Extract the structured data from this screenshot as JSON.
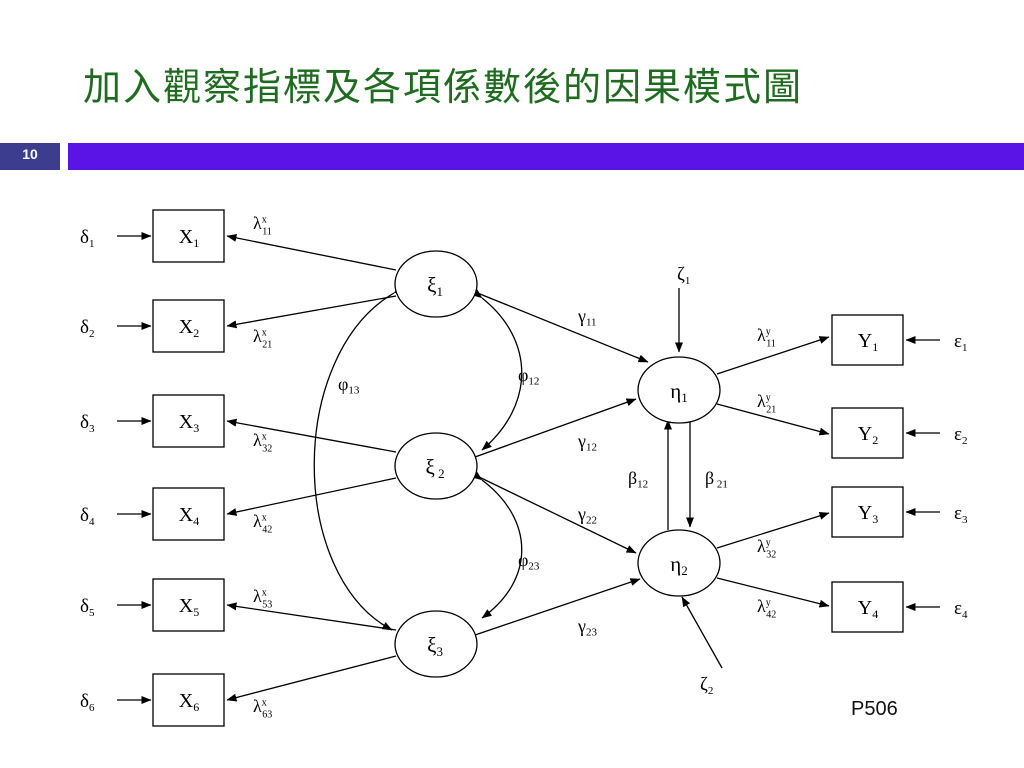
{
  "title": "加入觀察指標及各項係數後的因果模式圖",
  "slide_number": "10",
  "page_ref": "P506",
  "colors": {
    "title": "#1f6b1f",
    "accent_bar": "#5a14e6",
    "number_box": "#3d3d8f"
  },
  "diagram": {
    "x_indicators": [
      {
        "main": "X",
        "sub": "1"
      },
      {
        "main": "X",
        "sub": "2"
      },
      {
        "main": "X",
        "sub": "3"
      },
      {
        "main": "X",
        "sub": "4"
      },
      {
        "main": "X",
        "sub": "5"
      },
      {
        "main": "X",
        "sub": "6"
      }
    ],
    "y_indicators": [
      {
        "main": "Y",
        "sub": "1"
      },
      {
        "main": "Y",
        "sub": "2"
      },
      {
        "main": "Y",
        "sub": "3"
      },
      {
        "main": "Y",
        "sub": "4"
      }
    ],
    "deltas": [
      {
        "main": "δ",
        "sub": "1"
      },
      {
        "main": "δ",
        "sub": "2"
      },
      {
        "main": "δ",
        "sub": "3"
      },
      {
        "main": "δ",
        "sub": "4"
      },
      {
        "main": "δ",
        "sub": "5"
      },
      {
        "main": "δ",
        "sub": "6"
      }
    ],
    "epsilons": [
      {
        "main": "ε",
        "sub": "1"
      },
      {
        "main": "ε",
        "sub": "2"
      },
      {
        "main": "ε",
        "sub": "3"
      },
      {
        "main": "ε",
        "sub": "4"
      }
    ],
    "xi": [
      {
        "main": "ξ",
        "sub": "1"
      },
      {
        "main": "ξ",
        "sub": " 2"
      },
      {
        "main": "ξ",
        "sub": "3"
      }
    ],
    "eta": [
      {
        "main": "η",
        "sub": "1"
      },
      {
        "main": "η",
        "sub": "2"
      }
    ],
    "zeta": [
      {
        "main": "ζ",
        "sub": "1"
      },
      {
        "main": "ζ",
        "sub": "2"
      }
    ],
    "lambda_x": [
      {
        "main": "λ",
        "sup": "x",
        "sub": "11"
      },
      {
        "main": "λ",
        "sup": "x",
        "sub": "21"
      },
      {
        "main": "λ",
        "sup": "x",
        "sub": "32"
      },
      {
        "main": "λ",
        "sup": "x",
        "sub": "42"
      },
      {
        "main": "λ",
        "sup": "x",
        "sub": "53"
      },
      {
        "main": "λ",
        "sup": "x",
        "sub": "63"
      }
    ],
    "lambda_y": [
      {
        "main": "λ",
        "sup": "y",
        "sub": "11"
      },
      {
        "main": "λ",
        "sup": "y",
        "sub": "21"
      },
      {
        "main": "λ",
        "sup": "y",
        "sub": "32"
      },
      {
        "main": "λ",
        "sup": "y",
        "sub": "42"
      }
    ],
    "gamma": [
      {
        "main": "γ",
        "sub": "11"
      },
      {
        "main": "γ",
        "sub": "12"
      },
      {
        "main": "γ",
        "sub": "22"
      },
      {
        "main": "γ",
        "sub": "23"
      }
    ],
    "phi": [
      {
        "main": "φ",
        "sub": "13"
      },
      {
        "main": "φ",
        "sub": "12"
      },
      {
        "main": "φ",
        "sub": "23"
      }
    ],
    "beta": [
      {
        "main": "β",
        "sub": "12"
      },
      {
        "main": "β",
        "sub": " 21"
      }
    ]
  }
}
